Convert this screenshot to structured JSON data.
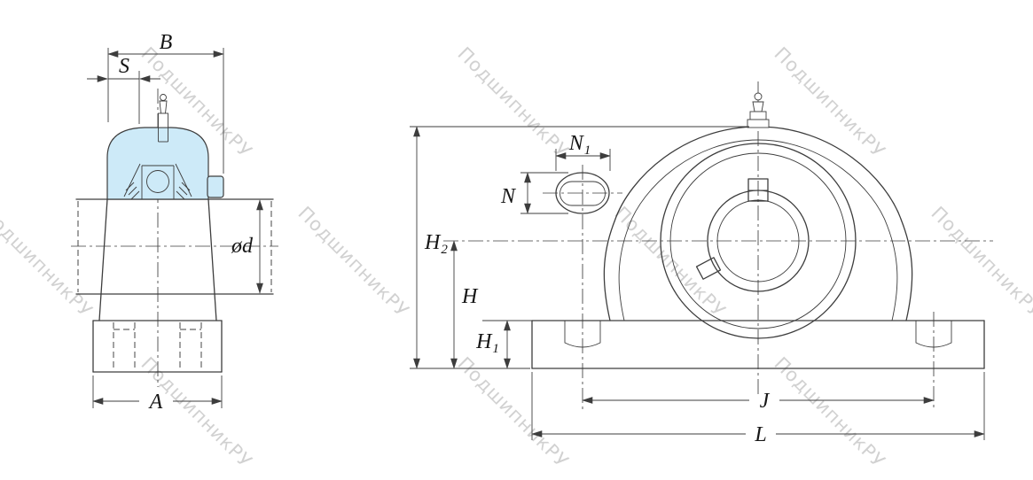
{
  "watermark": {
    "text": "ПодшипникРУ"
  },
  "colors": {
    "line": "#3d3d3d",
    "insert_fill": "#cdeaf8",
    "watermark": "#c6c6c6"
  },
  "side_view": {
    "dims": {
      "B": {
        "main": "B",
        "sub": ""
      },
      "S": {
        "main": "S",
        "sub": ""
      },
      "bore": {
        "main": "ød",
        "sub": ""
      },
      "A": {
        "main": "A",
        "sub": ""
      }
    }
  },
  "front_view": {
    "dims": {
      "N1": {
        "main": "N",
        "sub": "1"
      },
      "N": {
        "main": "N",
        "sub": ""
      },
      "H2": {
        "main": "H",
        "sub": "2"
      },
      "H": {
        "main": "H",
        "sub": ""
      },
      "H1": {
        "main": "H",
        "sub": "1"
      },
      "J": {
        "main": "J",
        "sub": ""
      },
      "L": {
        "main": "L",
        "sub": ""
      }
    }
  }
}
